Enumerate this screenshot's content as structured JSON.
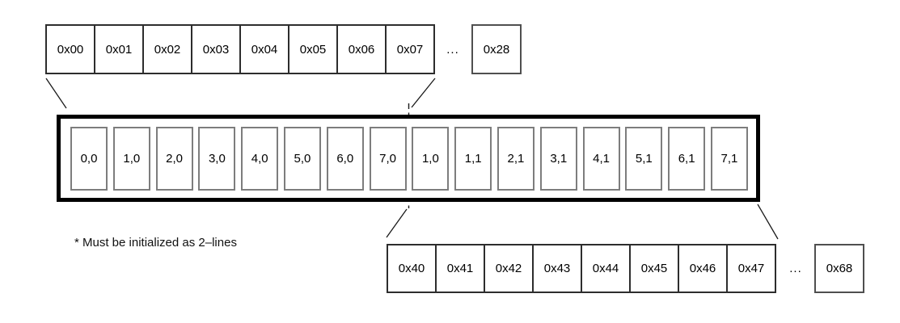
{
  "diagram": {
    "title_semantic": "lcd-ddram-address-mapping",
    "top_row": {
      "cells": [
        "0x00",
        "0x01",
        "0x02",
        "0x03",
        "0x04",
        "0x05",
        "0x06",
        "0x07"
      ],
      "ellipsis": "...",
      "tail_cell": "0x28"
    },
    "buffer": {
      "line1_cells": [
        "0,0",
        "1,0",
        "2,0",
        "3,0",
        "4,0",
        "5,0",
        "6,0",
        "7,0"
      ],
      "line2_cells": [
        "1,0",
        "1,1",
        "2,1",
        "3,1",
        "4,1",
        "5,1",
        "6,1",
        "7,1"
      ]
    },
    "bottom_row": {
      "cells": [
        "0x40",
        "0x41",
        "0x42",
        "0x43",
        "0x44",
        "0x45",
        "0x46",
        "0x47"
      ],
      "ellipsis": "...",
      "tail_cell": "0x68"
    },
    "note": "* Must be initialized as 2–lines",
    "colors": {
      "background": "#ffffff",
      "buffer_border": "#000000",
      "address_cell_border": "#2d2d2d",
      "tail_cell_border": "#4f4f4f",
      "buffer_cell_border": "#7d7d7d",
      "connector_line": "#1a1a1a",
      "text": "#000000"
    }
  }
}
